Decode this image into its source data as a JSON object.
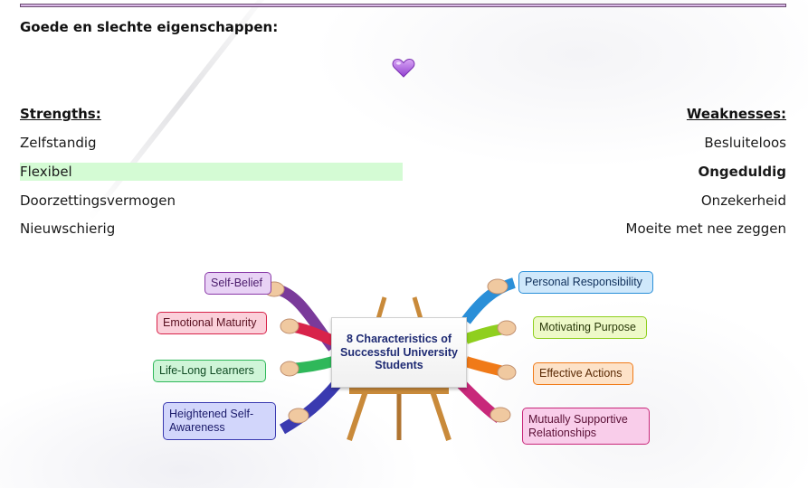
{
  "section": {
    "title": "Goede en slechte eigenschappen:"
  },
  "strengths": {
    "header": "Strengths:",
    "items": [
      "Zelfstandig",
      "Flexibel",
      "Doorzettingsvermogen",
      "Nieuwschierig"
    ]
  },
  "weaknesses": {
    "header": "Weaknesses:",
    "items": [
      "Besluiteloos",
      "Ongeduldig",
      "Onzekerheid",
      "Moeite met nee zeggen"
    ]
  },
  "mindmap": {
    "center": "8 Characteristics of Successful University Students",
    "left_nodes": [
      "Self-Belief",
      "Emotional Maturity",
      "Life-Long Learners",
      "Heightened Self-Awareness"
    ],
    "right_nodes": [
      "Personal Responsibility",
      "Motivating Purpose",
      "Effective Actions",
      "Mutually Supportive Relationships"
    ]
  },
  "colors": {
    "heart": "#b063e0",
    "highlight": "#d4fbd4",
    "rule_fill": "#d9b8e6",
    "purple": "#7a3a9a",
    "red": "#d8234a",
    "green": "#2fb85a",
    "indigo": "#3a3ab0",
    "blue": "#2a8fd8",
    "lime": "#8fcf1f",
    "orange": "#f07a18",
    "magenta": "#c8287a"
  },
  "icons": {
    "heart": "heart-icon",
    "easel": "easel-icon"
  }
}
